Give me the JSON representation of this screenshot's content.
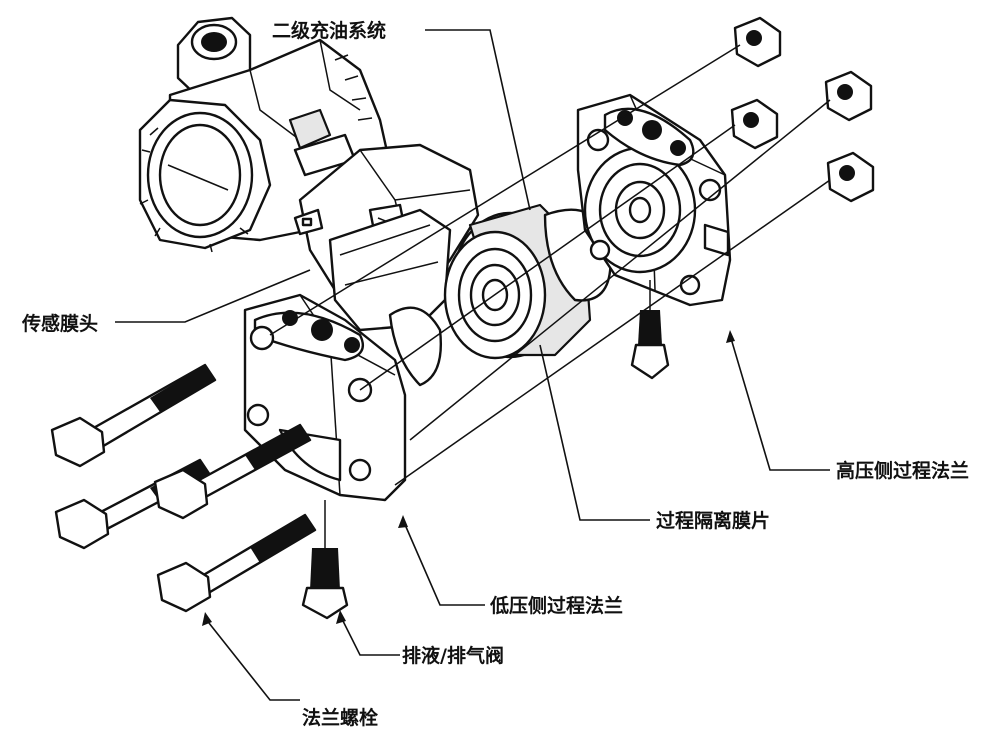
{
  "labels": {
    "secondary_fill": "二级充油系统",
    "sensor_head": "传感膜头",
    "high_flange": "高压侧过程法兰",
    "isolating_diaphragm": "过程隔离膜片",
    "low_flange": "低压侧过程法兰",
    "drain_vent": "排液/排气阀",
    "flange_bolts": "法兰螺栓"
  },
  "colors": {
    "ink": "#111111",
    "paper": "#ffffff",
    "shade": "#e6e6e6"
  }
}
